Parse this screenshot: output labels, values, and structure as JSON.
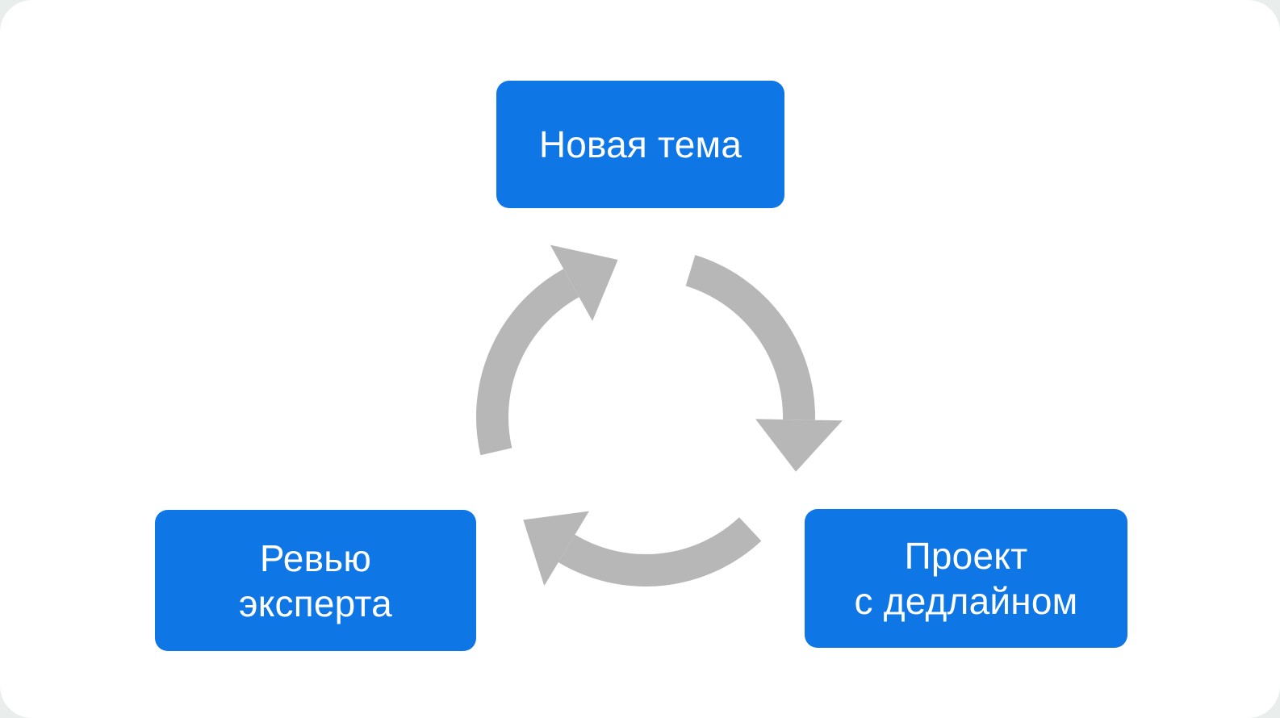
{
  "diagram": {
    "type": "cycle",
    "direction": "clockwise",
    "nodes": [
      {
        "id": "new-topic",
        "label": "Новая тема",
        "lines": [
          "Новая тема"
        ]
      },
      {
        "id": "expert-review",
        "label": "Ревью эксперта",
        "lines": [
          "Ревью",
          "эксперта"
        ]
      },
      {
        "id": "project-with-deadline",
        "label": "Проект с дедлайном",
        "lines": [
          "Проект",
          "с дедлайном"
        ]
      }
    ],
    "icons": [
      {
        "name": "cycle-arrows-icon"
      }
    ],
    "colors": {
      "node_fill": "#0f76e6",
      "node_text": "#ffffff",
      "arrow_gray": "#b7b7b7",
      "card_background": "#ffffff"
    }
  }
}
